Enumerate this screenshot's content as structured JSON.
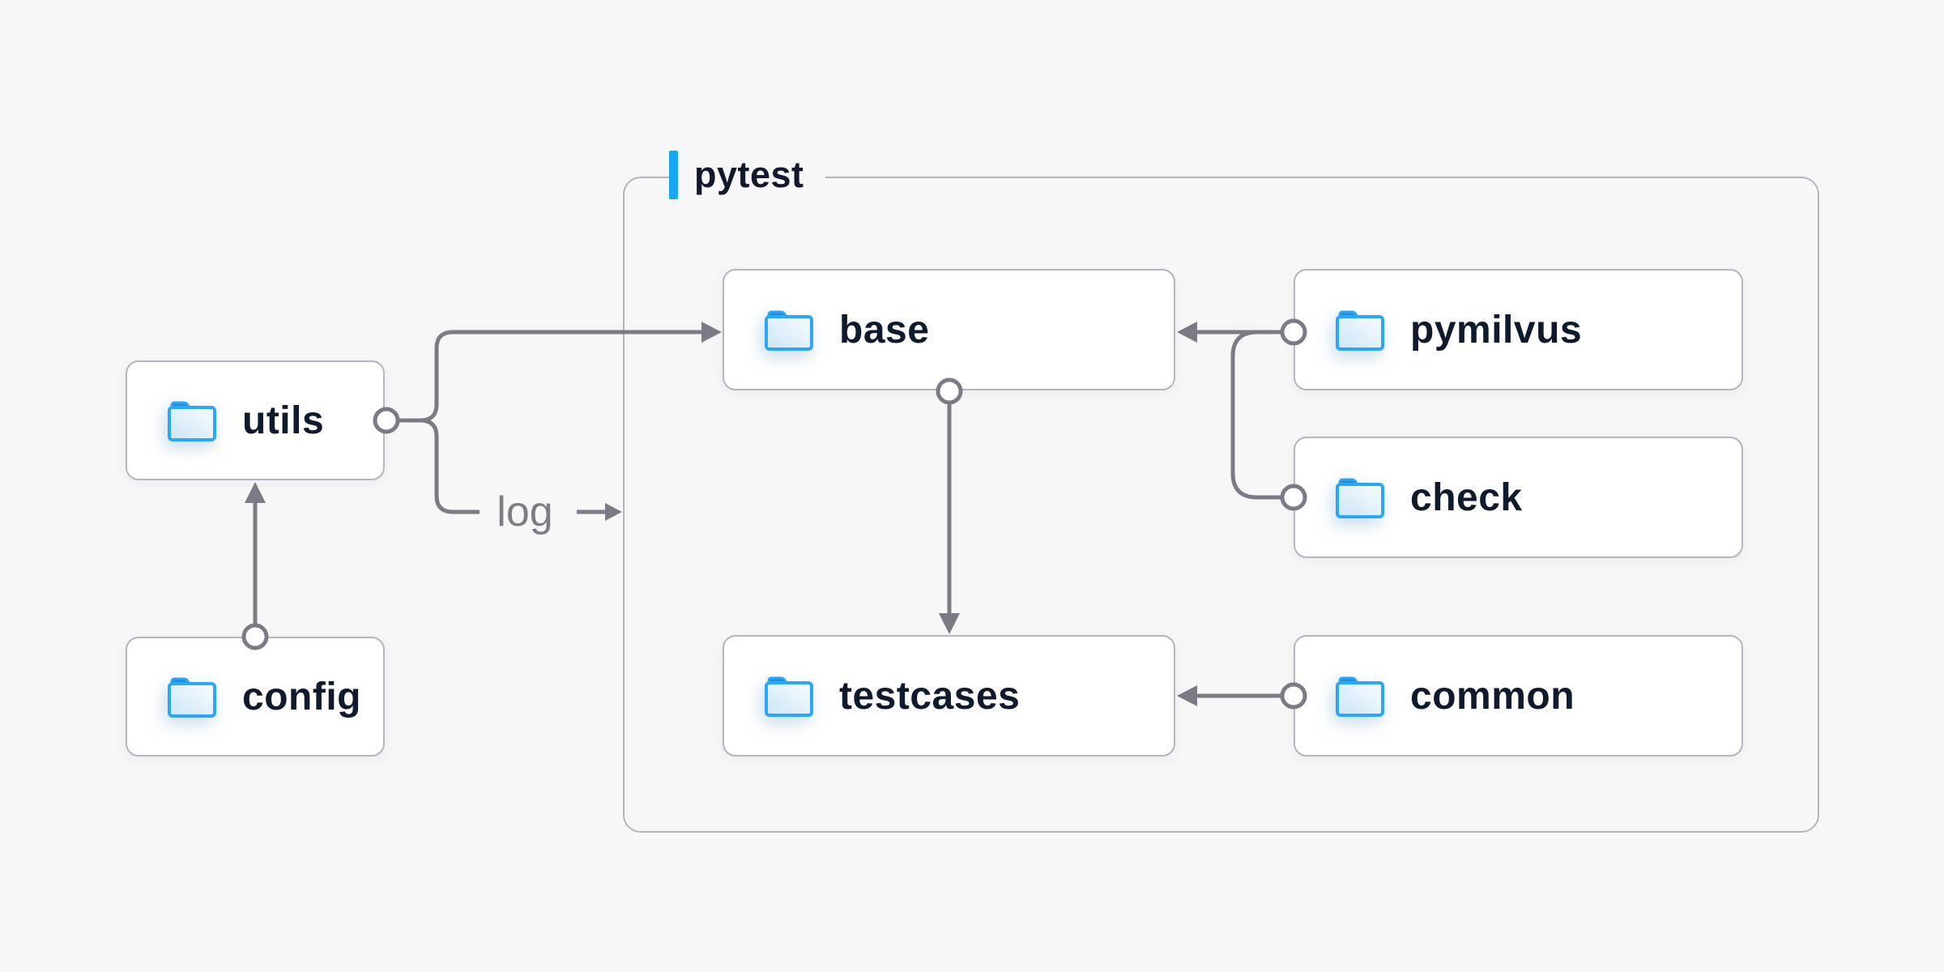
{
  "diagram": {
    "container_label": "pytest",
    "edge_label": "log",
    "nodes": {
      "utils": {
        "label": "utils"
      },
      "config": {
        "label": "config"
      },
      "base": {
        "label": "base"
      },
      "pymilvus": {
        "label": "pymilvus"
      },
      "check": {
        "label": "check"
      },
      "testcases": {
        "label": "testcases"
      },
      "common": {
        "label": "common"
      }
    },
    "icons": {
      "node_icon": "folder-icon"
    },
    "colors": {
      "background": "#f7f7f8",
      "node_background": "#ffffff",
      "node_border": "#b5b5c0",
      "container_border": "#b5b5c0",
      "accent_blue": "#18a7f2",
      "folder_outline_blue": "#2aa6f4",
      "folder_tab_blue": "#1787d2",
      "connector_gray": "#7b7b85",
      "edge_label_gray": "#7d7d87",
      "text_navy": "#0f1b2d"
    }
  }
}
